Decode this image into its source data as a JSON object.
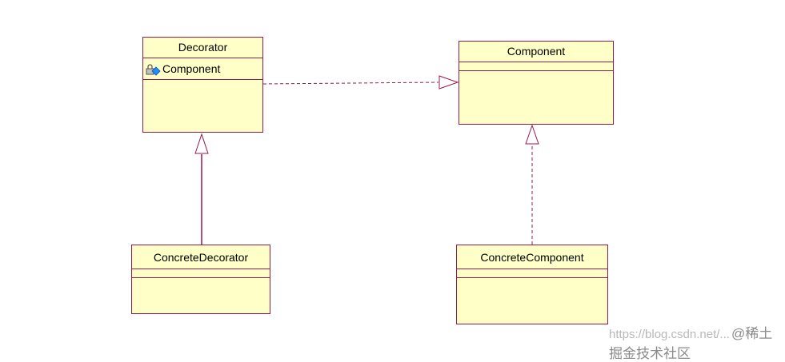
{
  "classes": {
    "decorator": {
      "name": "Decorator",
      "attributes": [
        "Component"
      ]
    },
    "component": {
      "name": "Component",
      "attributes": []
    },
    "concrete_decorator": {
      "name": "ConcreteDecorator",
      "attributes": []
    },
    "concrete_component": {
      "name": "ConcreteComponent",
      "attributes": []
    }
  },
  "relations": [
    {
      "from": "Decorator",
      "to": "Component",
      "kind": "realization"
    },
    {
      "from": "ConcreteDecorator",
      "to": "Decorator",
      "kind": "generalization"
    },
    {
      "from": "ConcreteComponent",
      "to": "Component",
      "kind": "realization"
    }
  ],
  "colors": {
    "fill": "#ffffc8",
    "stroke": "#99194d"
  },
  "watermark": {
    "url": "https://blog.csdn.net/...",
    "brand": "@稀土掘金技术社区"
  }
}
